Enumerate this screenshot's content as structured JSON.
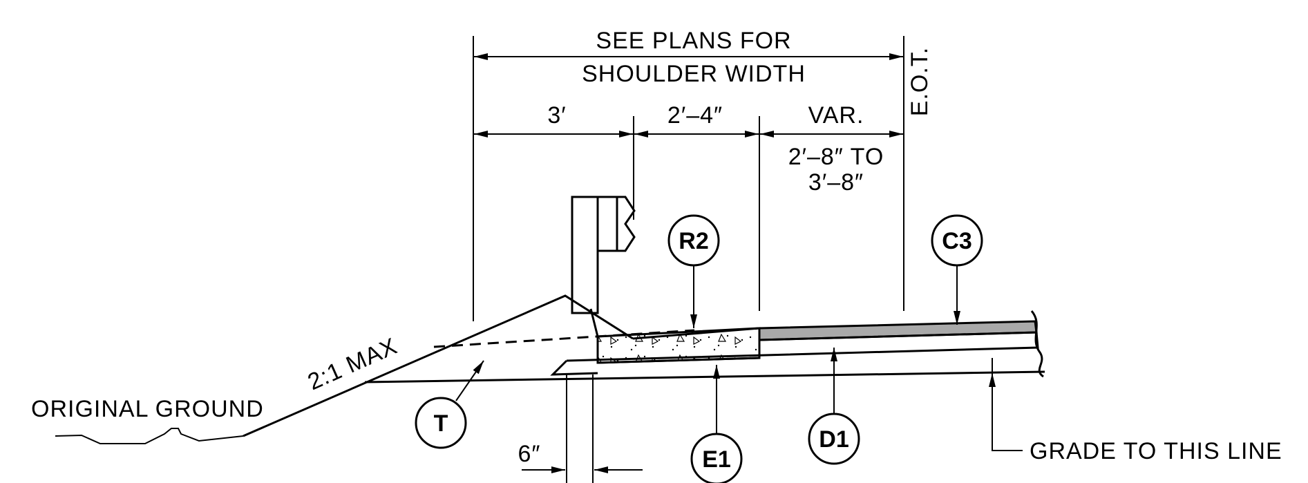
{
  "dimensions": {
    "shoulder_line1": "SEE PLANS FOR",
    "shoulder_line2": "SHOULDER WIDTH",
    "dim_3ft": "3′",
    "dim_2ft4": "2′–4″",
    "dim_var": "VAR.",
    "var_range_line1": "2′–8″ TO",
    "var_range_line2": "3′–8″",
    "dim_6in": "6″",
    "eot": "E.O.T."
  },
  "labels": {
    "slope": "2:1 MAX",
    "original_ground": "ORIGINAL GROUND",
    "grade_line": "GRADE TO  THIS LINE"
  },
  "callouts": {
    "r2": "R2",
    "c3": "C3",
    "t": "T",
    "e1": "E1",
    "d1": "D1"
  },
  "colors": {
    "line": "#000000",
    "asphalt": "#a9a9a9",
    "background": "#ffffff"
  }
}
